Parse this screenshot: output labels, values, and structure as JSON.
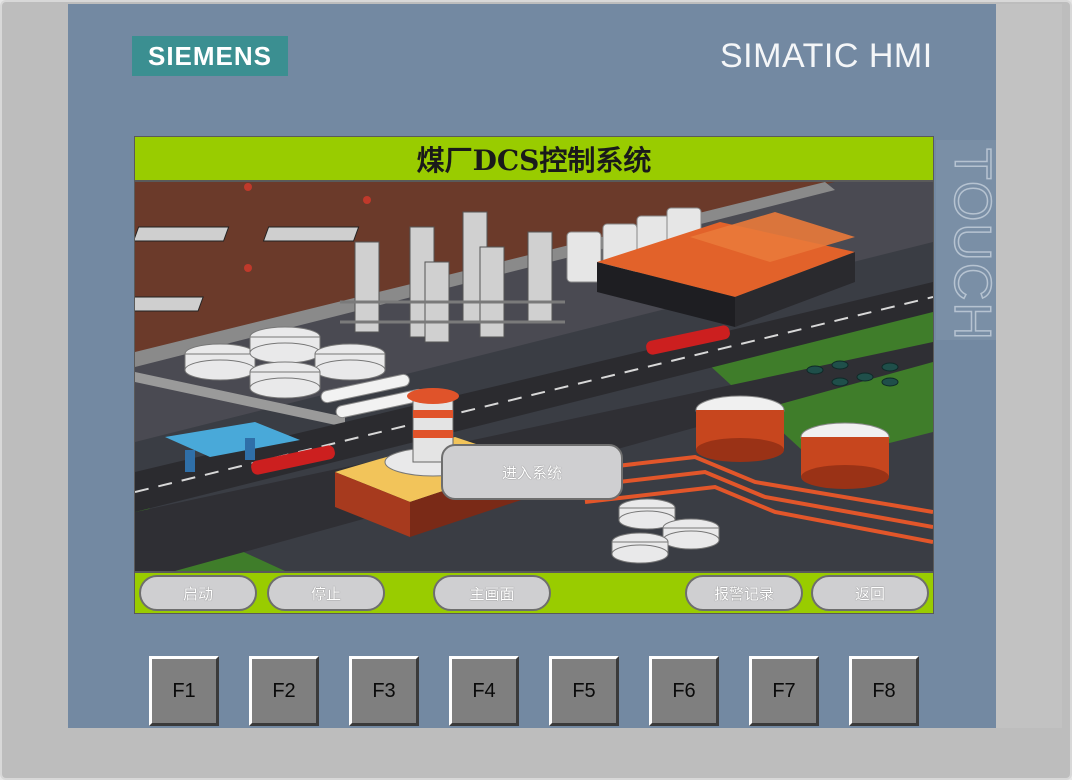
{
  "device": {
    "brand": "SIEMENS",
    "model": "SIMATIC HMI",
    "touch_label": "TOUCH",
    "colors": {
      "bezel": "#7389a2",
      "brand_box": "#3b8f91",
      "title_bar": "#99cc00",
      "button": "#cfcfd1"
    }
  },
  "screen": {
    "title": "煤厂DCS控制系统",
    "enter_button": "进入系统",
    "nav_buttons": [
      {
        "label": "启动"
      },
      {
        "label": "停止"
      },
      {
        "label": "主画面"
      },
      {
        "label": "报警记录"
      },
      {
        "label": "返回"
      }
    ]
  },
  "function_keys": [
    "F1",
    "F2",
    "F3",
    "F4",
    "F5",
    "F6",
    "F7",
    "F8"
  ]
}
